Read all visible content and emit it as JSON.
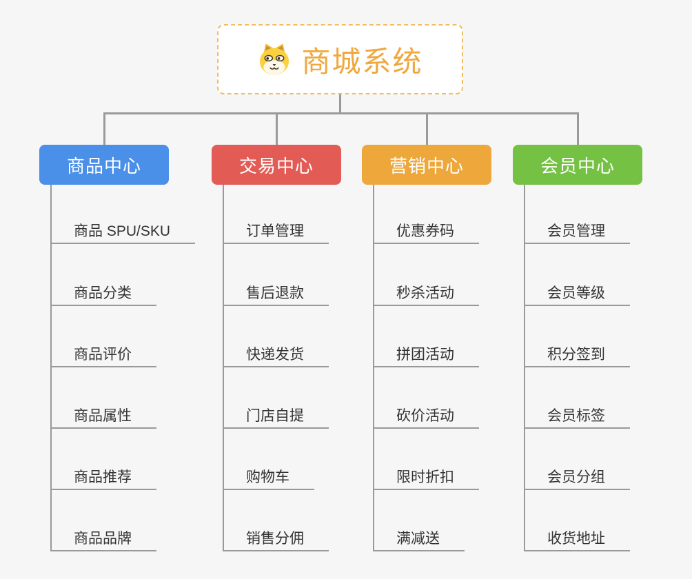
{
  "root": {
    "label": "商城系统",
    "icon": "dog-icon",
    "text_color": "#EFA73E",
    "border_color": "#F3BC5E"
  },
  "connector_color": "#9A9A9A",
  "leaf_line_color": "#999999",
  "branches": [
    {
      "label": "商品中心",
      "color": "#4A8FE8",
      "items": [
        "商品 SPU/SKU",
        "商品分类",
        "商品评价",
        "商品属性",
        "商品推荐",
        "商品品牌"
      ]
    },
    {
      "label": "交易中心",
      "color": "#E25B55",
      "items": [
        "订单管理",
        "售后退款",
        "快递发货",
        "门店自提",
        "购物车",
        "销售分佣"
      ]
    },
    {
      "label": "营销中心",
      "color": "#EEA73B",
      "items": [
        "优惠券码",
        "秒杀活动",
        "拼团活动",
        "砍价活动",
        "限时折扣",
        "满减送"
      ]
    },
    {
      "label": "会员中心",
      "color": "#74C143",
      "items": [
        "会员管理",
        "会员等级",
        "积分签到",
        "会员标签",
        "会员分组",
        "收货地址"
      ]
    }
  ]
}
